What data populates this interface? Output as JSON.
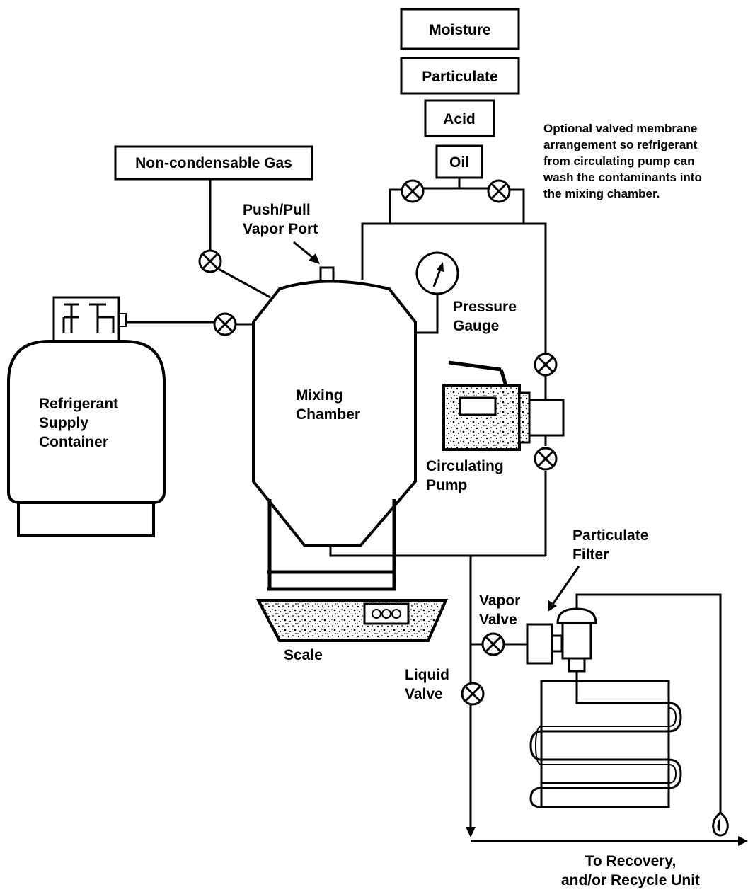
{
  "labels": {
    "moisture": "Moisture",
    "particulate": "Particulate",
    "acid": "Acid",
    "oil": "Oil",
    "non_condensable_gas": "Non-condensable Gas",
    "push_pull_vapor_port": [
      "Push/Pull",
      "Vapor Port"
    ],
    "pressure_gauge": [
      "Pressure",
      "Gauge"
    ],
    "mixing_chamber": [
      "Mixing",
      "Chamber"
    ],
    "refrigerant_supply_container": [
      "Refrigerant",
      "Supply",
      "Container"
    ],
    "circulating_pump": [
      "Circulating",
      "Pump"
    ],
    "scale": "Scale",
    "particulate_filter": [
      "Particulate",
      "Filter"
    ],
    "vapor_valve": [
      "Vapor",
      "Valve"
    ],
    "liquid_valve": [
      "Liquid",
      "Valve"
    ],
    "to_recovery": [
      "To Recovery,",
      "and/or Recycle Unit"
    ],
    "optional_note": [
      "Optional valved membrane",
      "arrangement so refrigerant",
      "from circulating pump can",
      "wash the contaminants into",
      "the mixing chamber."
    ]
  },
  "colors": {
    "ink": "#000000",
    "paper": "#ffffff"
  }
}
